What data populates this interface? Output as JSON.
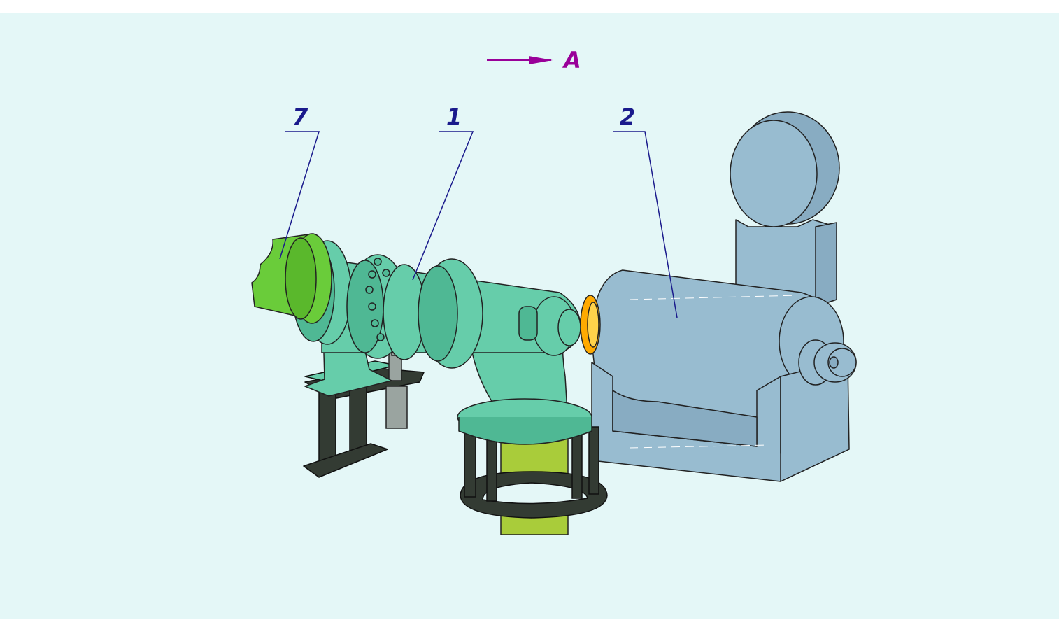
{
  "direction_label": {
    "text": "A",
    "color": "#990099"
  },
  "callouts": [
    {
      "id": "7",
      "text": "7"
    },
    {
      "id": "1",
      "text": "1"
    },
    {
      "id": "2",
      "text": "2"
    }
  ],
  "colors": {
    "background": "#e4f7f7",
    "callout_text": "#1a1a8c",
    "leader_line": "#1a1a8c",
    "unit_1": "#66cdaa",
    "unit_1_dark": "#4fb894",
    "unit_7": "#6acc3a",
    "unit_2": "#98bcd0",
    "unit_2_dark": "#88acc2",
    "support_frame": "#333b33",
    "lower_pipe": "#a9cc3a",
    "rod": "#9aa4a0",
    "coupling": "#ffaa00"
  }
}
